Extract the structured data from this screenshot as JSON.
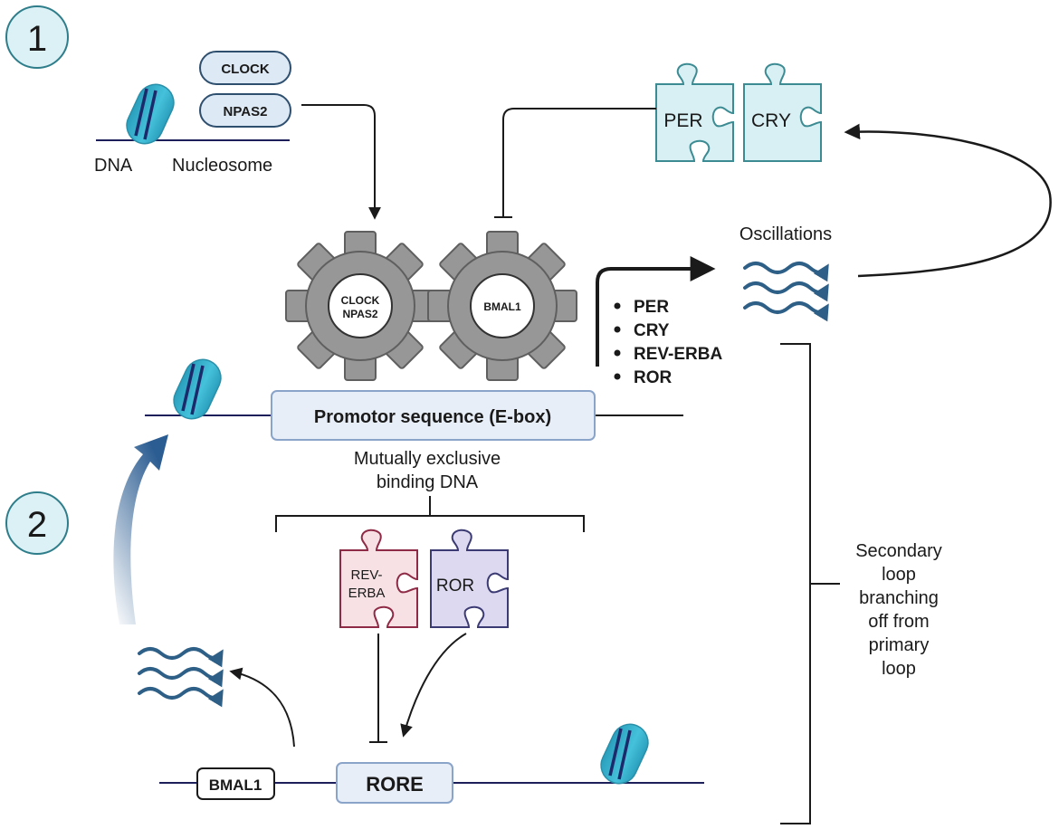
{
  "steps": {
    "one": "1",
    "two": "2"
  },
  "top": {
    "clock": "CLOCK",
    "npas2": "NPAS2",
    "dna": "DNA",
    "nucleosome": "Nucleosome",
    "per": "PER",
    "cry": "CRY"
  },
  "gears": {
    "left": [
      "CLOCK",
      "NPAS2"
    ],
    "right": "BMAL1"
  },
  "oscillations": "Oscillations",
  "targets": [
    "PER",
    "CRY",
    "REV-ERBA",
    "ROR"
  ],
  "promoter": "Promotor sequence (E-box)",
  "exclusive": [
    "Mutually exclusive",
    "binding DNA"
  ],
  "middle": {
    "reverba": [
      "REV-",
      "ERBA"
    ],
    "ror": "ROR"
  },
  "bottom": {
    "bmal1": "BMAL1",
    "rore": "RORE"
  },
  "secondary": [
    "Secondary",
    "loop",
    "branching",
    "off from",
    "primary",
    "loop"
  ],
  "colors": {
    "step_circle_fill": "#dbf1f5",
    "step_circle_stroke": "#2e7d8a",
    "pill_fill": "#dde9f5",
    "pill_stroke": "#2f4f6f",
    "teal_piece_fill": "#d8f0f3",
    "teal_piece_stroke": "#3c8b93",
    "rev_piece_fill": "#f7e1e4",
    "rev_piece_stroke": "#8e2a45",
    "ror_piece_fill": "#ddd9f1",
    "ror_piece_stroke": "#3b3a73",
    "gear_fill": "#979797",
    "gear_stroke": "#5f5f5f",
    "box_fill": "#e8eef8",
    "box_stroke": "#8aa4c9",
    "wave": "#2e5f86",
    "nucleosome": "#3fb7d2",
    "dna_line": "#1c1f5a"
  }
}
